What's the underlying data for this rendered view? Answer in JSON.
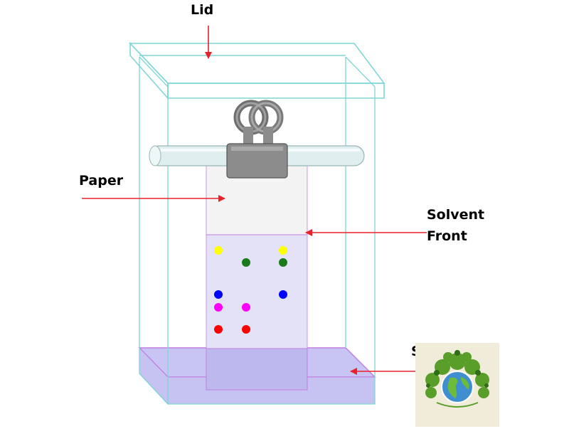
{
  "labels": {
    "lid": "Lid",
    "paper": "Paper",
    "solvent": "Solvent",
    "front": "Front",
    "partial": "S"
  },
  "colors": {
    "tank_edge": "#7fd6d6",
    "solvent_fill": "#c8c4f4",
    "solvent_edge": "#c07fe0",
    "paper": "#f2f2f2",
    "solvent_on_paper": "#e4e2f6",
    "arrow": "#e8222a",
    "clip": "#8c8c8c",
    "rod": "#dfeeee",
    "logo_bg": "#f1ecd9",
    "logo_green": "#5a9e2a"
  },
  "spots": [
    {
      "color": "#ffff00"
    },
    {
      "color": "#1a7a1a"
    },
    {
      "color": "#ffff00"
    },
    {
      "color": "#1a7a1a"
    },
    {
      "color": "#0000ff"
    },
    {
      "color": "#0000ff"
    },
    {
      "color": "#ff00ff"
    },
    {
      "color": "#ff00ff"
    },
    {
      "color": "#ff0000"
    },
    {
      "color": "#ff0000"
    }
  ],
  "logo": {
    "name": "globe-tree-logo"
  }
}
